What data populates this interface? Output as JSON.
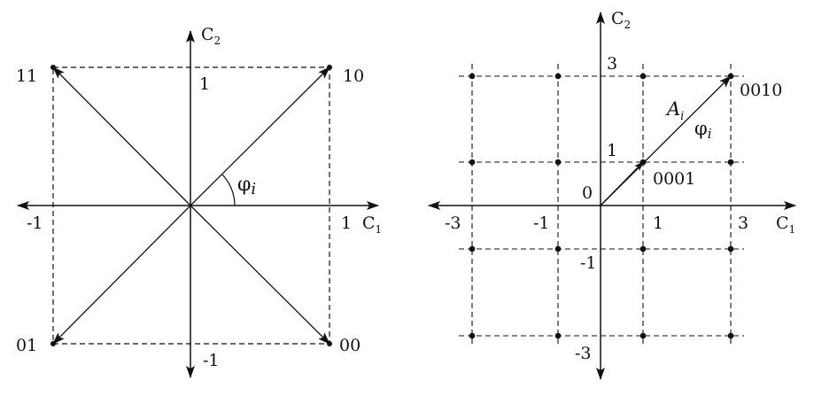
{
  "left": {
    "axis_y": {
      "name": "C",
      "sub": "2"
    },
    "axis_x": {
      "name": "C",
      "sub": "1"
    },
    "ticks": {
      "y_pos": "1",
      "y_neg": "-1",
      "x_pos": "1",
      "x_neg": "-1"
    },
    "corners": {
      "tr": "10",
      "tl": "11",
      "bl": "01",
      "br": "00"
    },
    "angle": {
      "name": "φ",
      "sub": "i"
    }
  },
  "right": {
    "axis_y": {
      "name": "C",
      "sub": "2"
    },
    "axis_x": {
      "name": "C",
      "sub": "1"
    },
    "ticks": {
      "x_neg3": "-3",
      "x_neg1": "-1",
      "x_pos1": "1",
      "x_pos3": "3",
      "y_pos3": "3",
      "y_pos1": "1",
      "y_neg1": "-1",
      "y_neg3": "-3",
      "origin": "0"
    },
    "points": {
      "p0001": "0001",
      "p0010": "0010"
    },
    "amplitude": {
      "name": "A",
      "sub": "i"
    },
    "angle": {
      "name": "φ",
      "sub": "i"
    }
  },
  "colors": {
    "ink": "#111111",
    "background": "#ffffff"
  }
}
